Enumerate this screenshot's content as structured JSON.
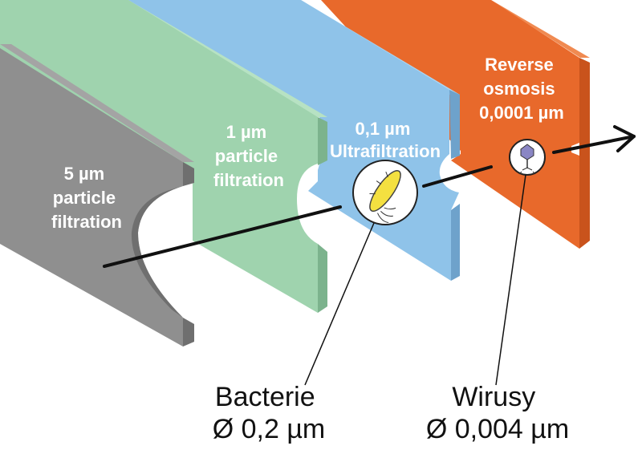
{
  "stages": [
    {
      "id": "gray",
      "label_lines": [
        "5 µm",
        "particle",
        "filtration"
      ],
      "color": "#8f8f8f",
      "side": "#6f6f6f",
      "top": "#a4a4a4"
    },
    {
      "id": "green",
      "label_lines": [
        "1 µm",
        "particle",
        "filtration"
      ],
      "color": "#9fd3ae",
      "side": "#7cb38d",
      "top": "#b7e2c3"
    },
    {
      "id": "blue",
      "label_lines": [
        "0,1 µm",
        "Ultrafiltration"
      ],
      "color": "#8fc3e9",
      "side": "#6ea2cb",
      "top": "#acd6f3"
    },
    {
      "id": "orange",
      "label_lines": [
        "Reverse",
        "osmosis",
        "0,0001 µm"
      ],
      "color": "#e8692b",
      "side": "#c9531c",
      "top": "#f08a51"
    }
  ],
  "particles": [
    {
      "id": "bacteria",
      "name": "Bacterie",
      "size": "Ø 0,2 µm",
      "icon": "bacterium-icon",
      "color": "#f4e040"
    },
    {
      "id": "virus",
      "name": "Wirusy",
      "size": "Ø 0,004 µm",
      "icon": "virus-icon",
      "color": "#8a86c4"
    }
  ],
  "flow_arrow": {
    "icon": "arrow-right-icon",
    "color": "#111111"
  }
}
